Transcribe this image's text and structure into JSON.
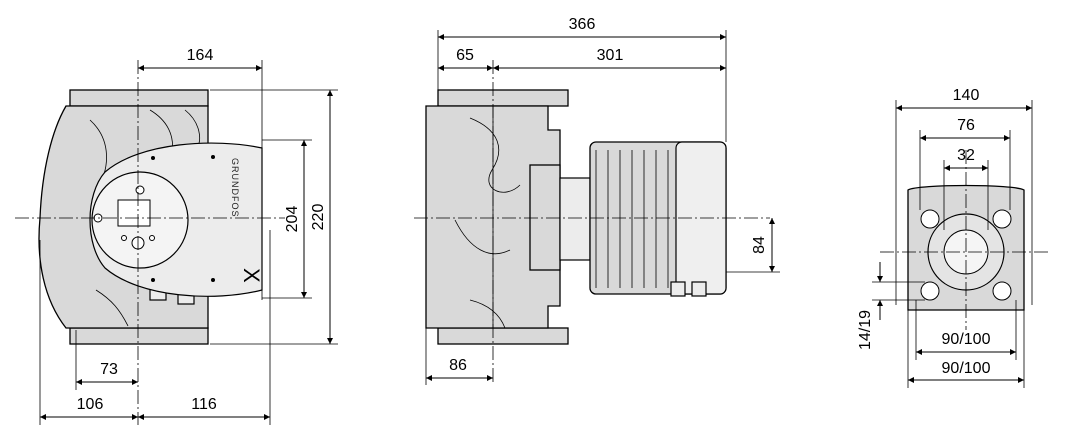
{
  "dimensions": {
    "front": {
      "width_top": "164",
      "height_outer": "220",
      "height_inner": "204",
      "offset_bottom": "73",
      "width_left": "106",
      "width_right": "116"
    },
    "side": {
      "total_length": "366",
      "flange": "65",
      "motor": "301",
      "center_height": "84",
      "base_offset": "86"
    },
    "flange_view": {
      "outer_width": "140",
      "bolt_circle": "76",
      "bore": "32",
      "hole_size": "14/19",
      "bolt_spacing_a": "90/100",
      "bolt_spacing_b": "90/100"
    }
  },
  "brand": {
    "name": "GRUNDFOS",
    "mark": "X"
  },
  "colors": {
    "housing_fill": "#d9d9d9",
    "line": "#000000",
    "background": "#ffffff"
  }
}
